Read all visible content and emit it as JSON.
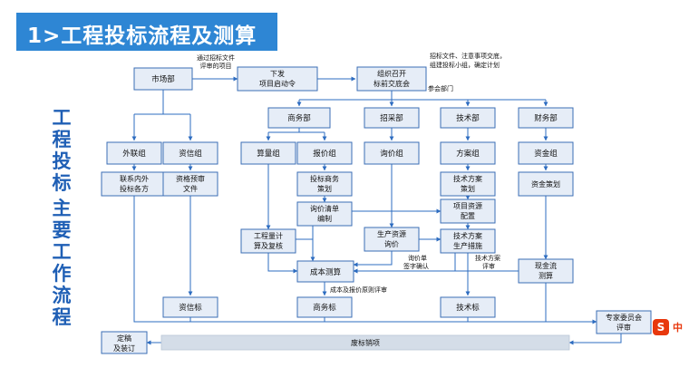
{
  "title": "1>工程投标流程及测算",
  "side_title_1": "工程投标",
  "side_title_2": "主要工作流程",
  "nodes": {
    "market": "市场部",
    "kickoff": [
      "下发",
      "项目启动令"
    ],
    "prebid": [
      "组织召开",
      "标前交底会"
    ],
    "commerce": "商务部",
    "procurement": "招采部",
    "tech": "技术部",
    "finance": "财务部",
    "external": "外联组",
    "credit": "资信组",
    "quantity": "算量组",
    "quote": "报价组",
    "inquiry": "询价组",
    "scheme": "方案组",
    "funds": "资金组",
    "contact": [
      "联系内外",
      "投标各方"
    ],
    "credit_docs": [
      "资格预审",
      "文件"
    ],
    "bid_strategy": [
      "投标商务",
      "策划"
    ],
    "price_list": [
      "询价清单",
      "编制"
    ],
    "tech_plan": [
      "技术方案",
      "策划"
    ],
    "resource_config": [
      "项目资源",
      "配置"
    ],
    "fund_plan": "资金策划",
    "quantity_calc": [
      "工程量计",
      "算及复核"
    ],
    "prod_inquiry": [
      "生产资源",
      "询价"
    ],
    "tech_measure": [
      "技术方案",
      "生产措施"
    ],
    "cost_calc": "成本测算",
    "cashflow": [
      "现金流",
      "测算"
    ],
    "credit_bid": "资信标",
    "commerce_bid": "商务标",
    "tech_bid": "技术标",
    "expert_review": [
      "专家委员会",
      "评审"
    ],
    "finalize": [
      "定稿",
      "及装订"
    ],
    "abandon": "废标销项"
  },
  "notes": {
    "kickoff_note": [
      "通过招标文件",
      "评审的项目"
    ],
    "prebid_note": [
      "招标文件、注意事项交底，",
      "组建投标小组，确定计划"
    ],
    "attend_note": "参会部门",
    "inquiry_sign": [
      "询价单",
      "签字确认"
    ],
    "tech_review": [
      "技术方案",
      "评审"
    ],
    "cost_principle": "成本及报价原则评审"
  },
  "badge": {
    "icon": "S",
    "text": "中"
  }
}
